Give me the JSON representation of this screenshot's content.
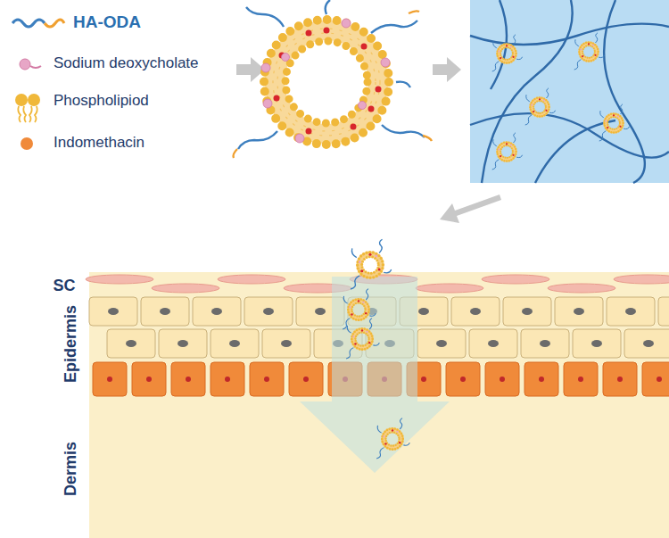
{
  "diagram": {
    "labels": [
      "SC",
      "Epidermis",
      "Dermis"
    ],
    "legend": [
      {
        "text": "HA-ODA"
      },
      {
        "text": "Sodium deoxycholate"
      },
      {
        "text": "Phospholipiod"
      },
      {
        "text": "Indomethacin"
      }
    ]
  }
}
